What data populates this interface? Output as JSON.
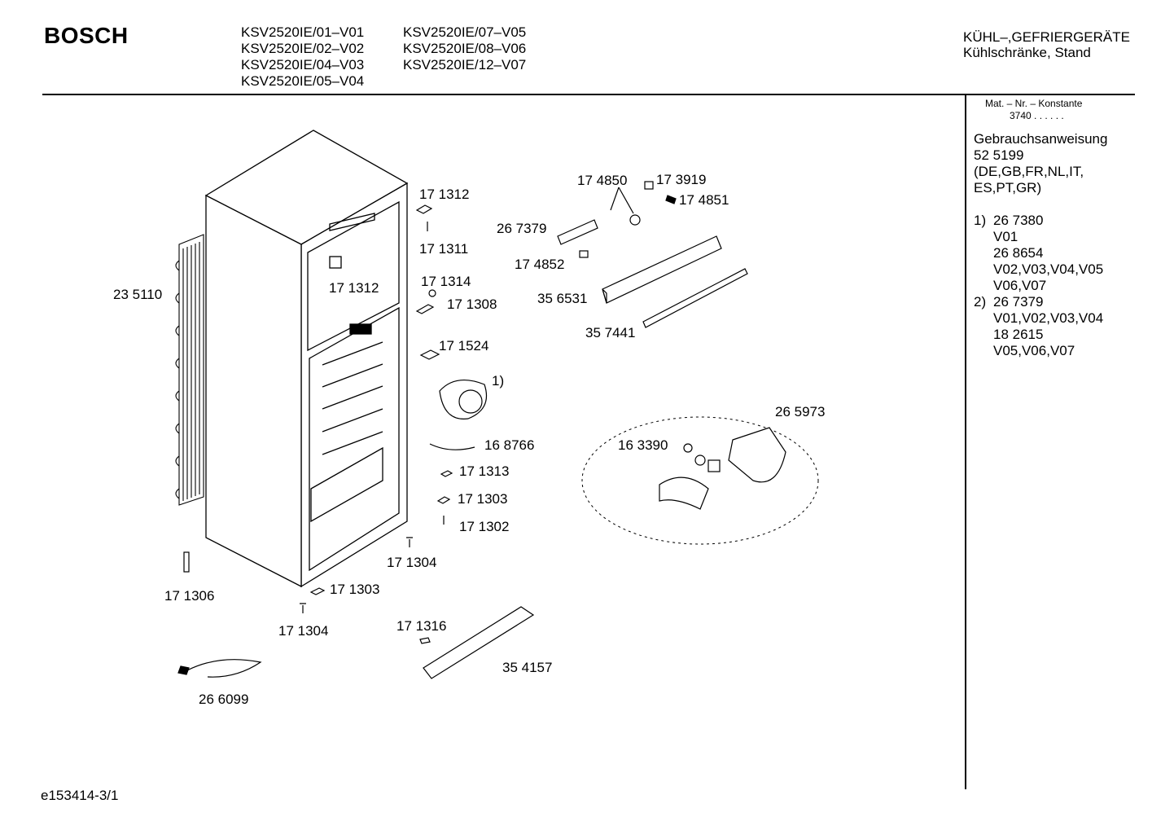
{
  "brand": "BOSCH",
  "models": {
    "col1": [
      "KSV2520IE/01–V01",
      "KSV2520IE/02–V02",
      "KSV2520IE/04–V03",
      "KSV2520IE/05–V04"
    ],
    "col2": [
      "KSV2520IE/07–V05",
      "KSV2520IE/08–V06",
      "KSV2520IE/12–V07"
    ]
  },
  "category": {
    "line1": "KÜHL–,GEFRIERGERÄTE",
    "line2": "Kühlschränke, Stand"
  },
  "sidebar": {
    "mat_label": "Mat. – Nr. – Konstante",
    "mat_value": "3740  .  .  .  .  .  .",
    "manual_lines": [
      "Gebrauchsanweisung",
      "52 5199",
      "(DE,GB,FR,NL,IT,",
      "ES,PT,GR)"
    ],
    "notes": [
      [
        "1)",
        "26 7380"
      ],
      [
        "",
        "V01"
      ],
      [
        "",
        "26 8654"
      ],
      [
        "",
        "V02,V03,V04,V05"
      ],
      [
        "",
        "V06,V07"
      ],
      [
        "2)",
        "26 7379"
      ],
      [
        "",
        "V01,V02,V03,V04"
      ],
      [
        "",
        "18 2615"
      ],
      [
        "",
        "V05,V06,V07"
      ]
    ]
  },
  "parts": [
    "17 1312",
    "17 1311",
    "17 1312",
    "23 5110",
    "17 1314",
    "17 1308",
    "17 1524",
    "1)",
    "16 8766",
    "17 1313",
    "17 1303",
    "17 1302",
    "17 1304",
    "17 1303",
    "17 1306",
    "17 1304",
    "17 1316",
    "35 4157",
    "26 6099",
    "17 4850",
    "17 3919",
    "17 4851",
    "26 7379",
    "17 4852",
    "35 6531",
    "35 7441",
    "26 5973",
    "16 3390"
  ],
  "footer": "e153414-3/1"
}
